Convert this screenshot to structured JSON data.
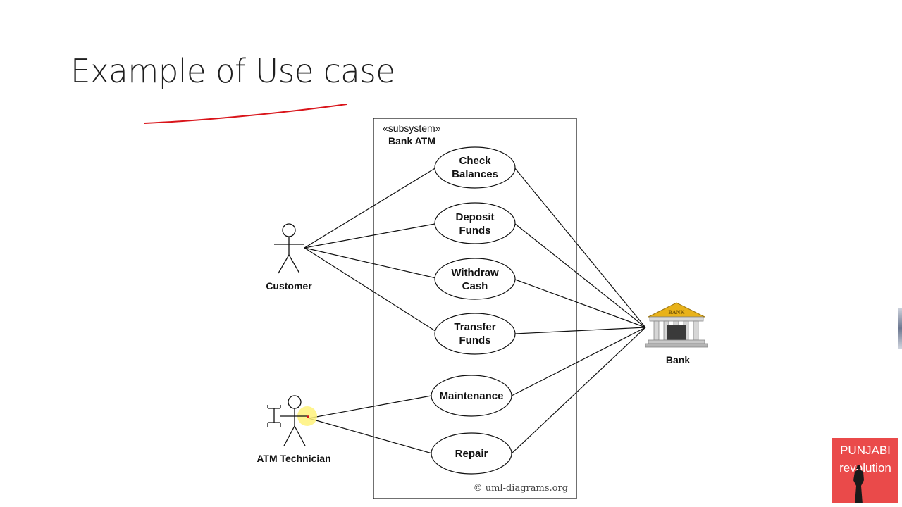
{
  "slide": {
    "title": "Example of Use case"
  },
  "diagram": {
    "subsystem": {
      "stereotype": "«subsystem»",
      "name": "Bank ATM"
    },
    "use_cases": [
      {
        "lines": [
          "Check",
          "Balances"
        ]
      },
      {
        "lines": [
          "Deposit",
          "Funds"
        ]
      },
      {
        "lines": [
          "Withdraw",
          "Cash"
        ]
      },
      {
        "lines": [
          "Transfer",
          "Funds"
        ]
      },
      {
        "lines": [
          "Maintenance"
        ]
      },
      {
        "lines": [
          "Repair"
        ]
      }
    ],
    "actors": {
      "customer": "Customer",
      "technician": "ATM Technician",
      "bank": "Bank",
      "bank_sign": "BANK"
    },
    "copyright": "© uml-diagrams.org"
  },
  "brand": {
    "line1": "PUNJABI",
    "line2": "revolution"
  },
  "colors": {
    "annotation": "#d9141a",
    "highlight": "#fff27a",
    "brand_bg": "#ea4a4a",
    "bank_roof": "#e8b21a"
  }
}
